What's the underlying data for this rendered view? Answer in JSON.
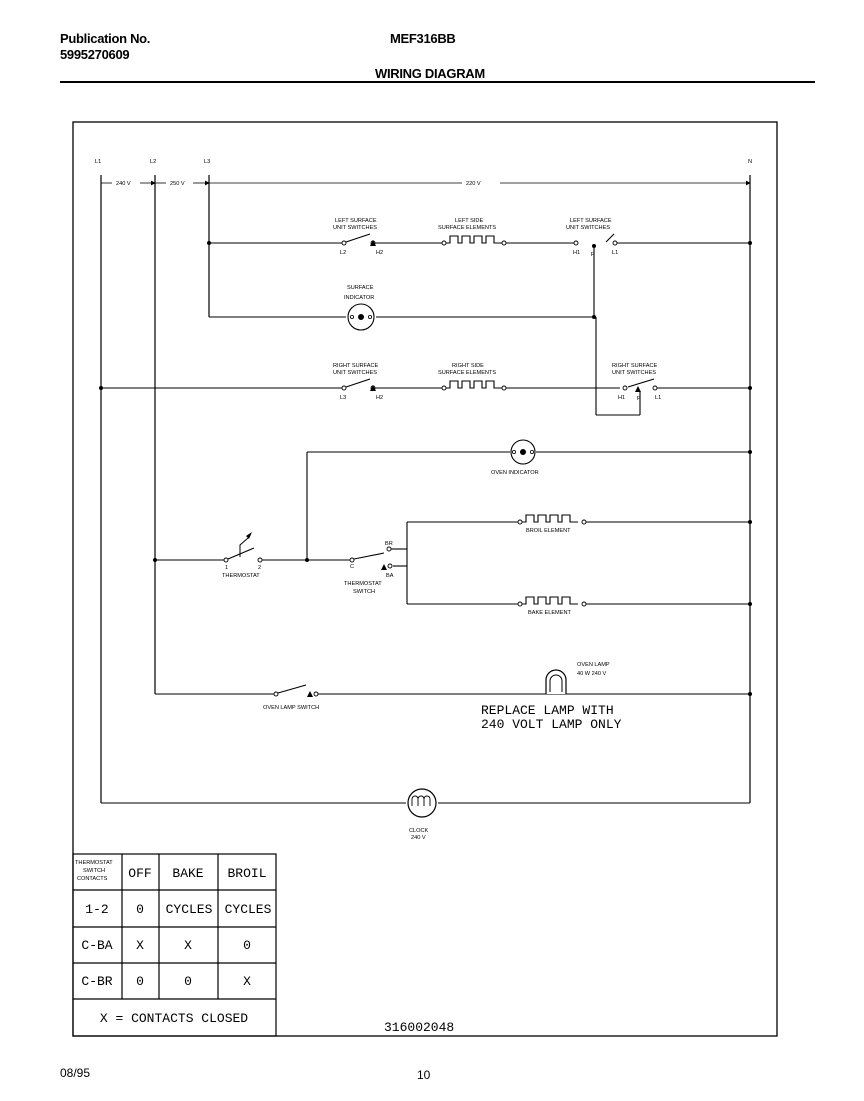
{
  "header": {
    "pub_label": "Publication No.",
    "pub_number": "5995270609",
    "model": "MEF316BB",
    "title": "WIRING DIAGRAM"
  },
  "lines": {
    "l1": "L1",
    "l2": "L2",
    "l3": "L3",
    "n": "N",
    "v1": "240 V",
    "v2": "250 V",
    "v3": "220 V"
  },
  "components": {
    "left_surface_switch_a": [
      "LEFT SURFACE",
      "UNIT SWITCHES"
    ],
    "left_side_elements": [
      "LEFT SIDE",
      "SURFACE ELEMENTS"
    ],
    "left_surface_switch_b": [
      "LEFT SURFACE",
      "UNIT SWITCHES"
    ],
    "surface_indicator": [
      "SURFACE",
      "INDICATOR"
    ],
    "right_surface_switch_a": [
      "RIGHT SURFACE",
      "UNIT SWITCHES"
    ],
    "right_side_elements": [
      "RIGHT SIDE",
      "SURFACE ELEMENTS"
    ],
    "right_surface_switch_b": [
      "RIGHT SURFACE",
      "UNIT SWITCHES"
    ],
    "oven_indicator": "OVEN INDICATOR",
    "broil_element": "BROIL ELEMENT",
    "bake_element": "BAKE ELEMENT",
    "thermostat": "THERMOSTAT",
    "thermostat_switch": [
      "THERMOSTAT",
      "SWITCH"
    ],
    "oven_lamp": [
      "OVEN LAMP",
      "40 W   240 V"
    ],
    "oven_lamp_switch": "OVEN LAMP SWITCH",
    "clock": [
      "CLOCK",
      "240 V"
    ]
  },
  "terminals": {
    "t_l2": "L2",
    "t_h2a": "H2",
    "t_h1a": "H1",
    "t_pa": "P",
    "t_l1a": "L1",
    "t_l3": "L3",
    "t_h2b": "H2",
    "t_h1b": "H1",
    "t_pb": "P",
    "t_l1b": "L1",
    "t_1": "1",
    "t_2": "2",
    "t_c": "C",
    "t_br": "BR",
    "t_ba": "BA"
  },
  "notice": [
    "REPLACE LAMP WITH",
    "240 VOLT LAMP ONLY"
  ],
  "table": {
    "corner": [
      "THERMOSTAT",
      "SWITCH",
      "CONTACTS"
    ],
    "headers": [
      "OFF",
      "BAKE",
      "BROIL"
    ],
    "rows": [
      {
        "label": "1-2",
        "cells": [
          "0",
          "CYCLES",
          "CYCLES"
        ]
      },
      {
        "label": "C-BA",
        "cells": [
          "X",
          "X",
          "0"
        ]
      },
      {
        "label": "C-BR",
        "cells": [
          "0",
          "0",
          "X"
        ]
      }
    ],
    "legend": "X = CONTACTS CLOSED"
  },
  "part_number": "316002048",
  "footer": {
    "date": "08/95",
    "page": "10"
  }
}
